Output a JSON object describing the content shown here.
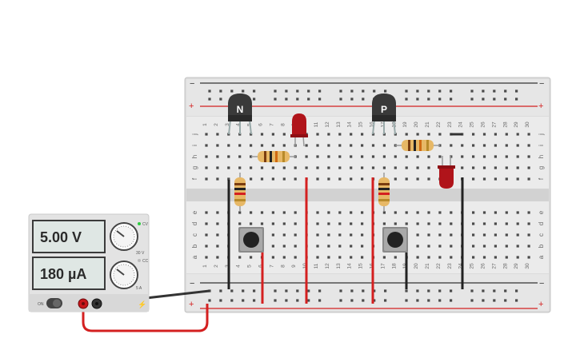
{
  "power_supply": {
    "voltage_reading": "5.00 V",
    "current_reading": "180 µA",
    "switch_label": "ON",
    "voltage_knob_label": "30 V",
    "current_knob_label": "5 A",
    "cv_label": "CV",
    "cc_label": "CC"
  },
  "breadboard": {
    "top_plus": "+",
    "top_minus": "−",
    "bottom_plus": "+",
    "bottom_minus": "−",
    "columns": [
      "1",
      "2",
      "3",
      "4",
      "5",
      "6",
      "7",
      "8",
      "9",
      "10",
      "11",
      "12",
      "13",
      "14",
      "15",
      "16",
      "17",
      "18",
      "19",
      "20",
      "21",
      "22",
      "23",
      "24",
      "25",
      "26",
      "27",
      "28",
      "29",
      "30"
    ],
    "row_letters_top": [
      "j",
      "i",
      "h",
      "g",
      "f"
    ],
    "row_letters_bottom": [
      "e",
      "d",
      "c",
      "b",
      "a"
    ]
  },
  "components": {
    "transistor_npn_label": "N",
    "transistor_pnp_label": "P",
    "led_color": "#c0161b",
    "wire_red": "#d42020",
    "wire_black": "#222222"
  }
}
